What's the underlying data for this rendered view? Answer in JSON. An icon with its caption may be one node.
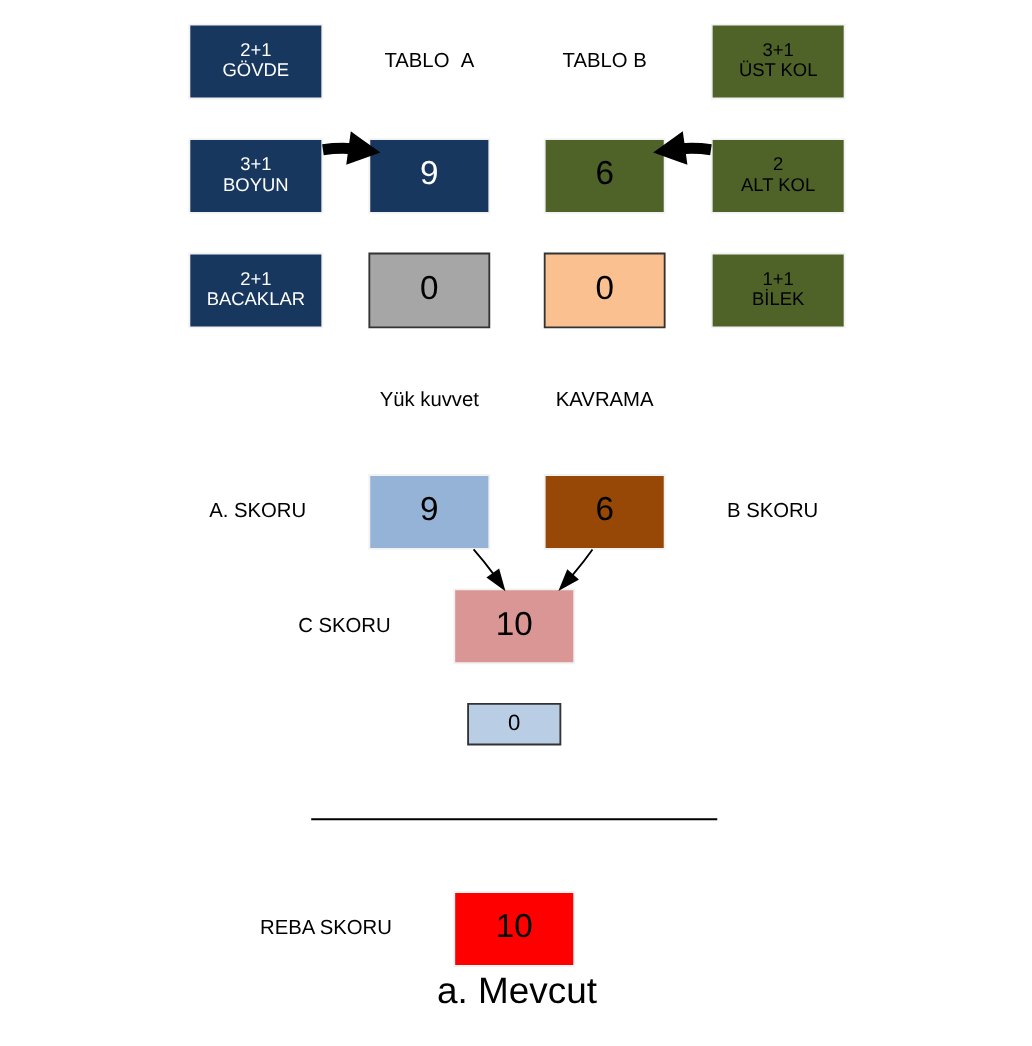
{
  "diagram": {
    "caption": "a. Mevcut",
    "nodes": [
      {
        "text": [
          "2+1",
          "GÖVDE"
        ]
      },
      {
        "text": [
          "3+1",
          "BOYUN"
        ]
      },
      {
        "text": [
          "2+1",
          "BACAKLAR"
        ]
      },
      {
        "text": [
          "9"
        ]
      },
      {
        "text": [
          "0"
        ]
      },
      {
        "text": [
          "9"
        ],
        "beside": [
          "A. SKORU"
        ]
      },
      {
        "text": [
          "3+1",
          "ÜST KOL"
        ]
      },
      {
        "text": [
          "2",
          "ALT KOL"
        ]
      },
      {
        "text": [
          "1+1",
          "BİLEK"
        ]
      },
      {
        "text": [
          "6"
        ]
      },
      {
        "text": [
          "0"
        ]
      },
      {
        "text": [
          "6"
        ],
        "beside": [
          "B SKORU"
        ]
      },
      {
        "text": [
          "10"
        ],
        "beside": [
          "C SKORU"
        ]
      },
      {
        "text": [
          "0"
        ]
      },
      {
        "text": [
          "10"
        ],
        "beside": [
          "REBA SKORU"
        ]
      }
    ],
    "edges": [
      {
        "from": 1,
        "to": 3,
        "arrow": "to",
        "style": "thick"
      },
      {
        "from": 7,
        "to": 9,
        "arrow": "to",
        "style": "thick"
      },
      {
        "from": 5,
        "to": 12,
        "arrow": "to"
      },
      {
        "from": 11,
        "to": 12,
        "arrow": "to"
      }
    ],
    "labels": [
      "TABLO  A",
      "TABLO B",
      "Yük kuvvet",
      "KAVRAMA"
    ]
  }
}
